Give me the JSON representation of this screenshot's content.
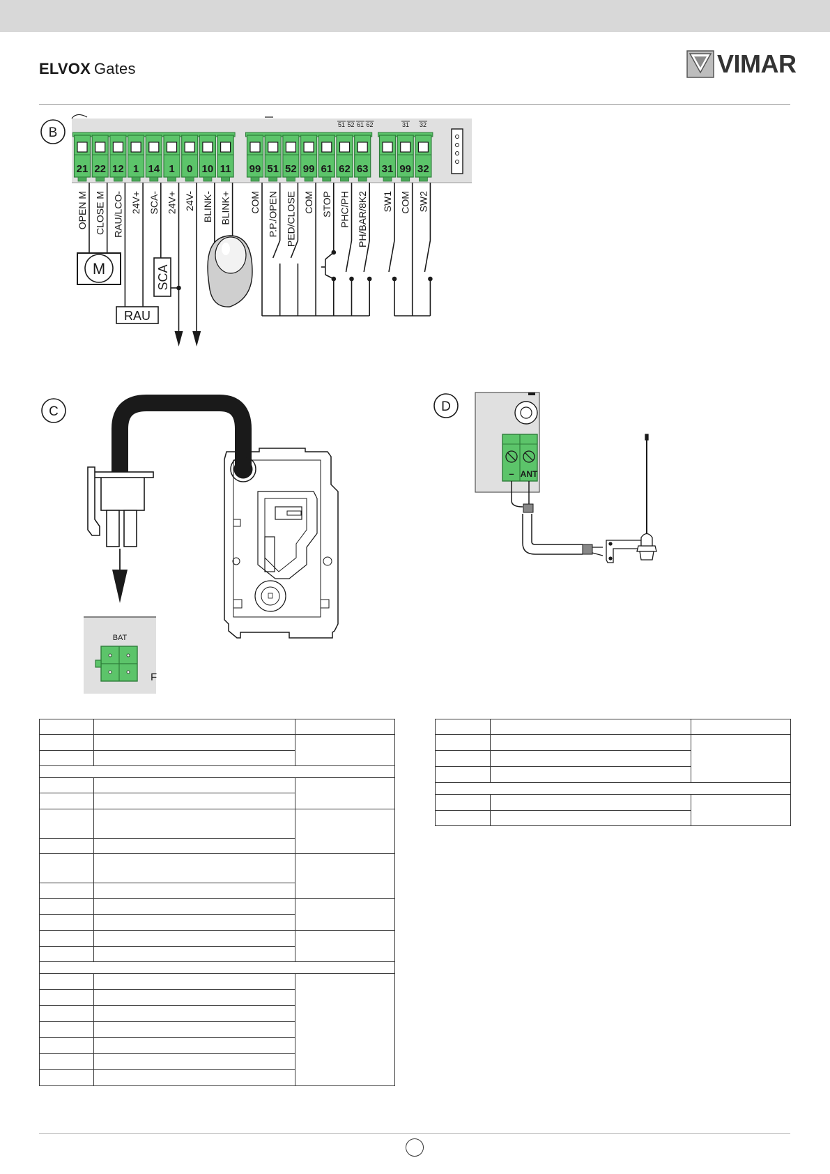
{
  "header": {
    "brand_bold": "ELVOX",
    "brand_light": "Gates",
    "logo": "VIMAR"
  },
  "section_b": {
    "label": "B",
    "group1": {
      "terminals": [
        "21",
        "22",
        "12",
        "1",
        "14",
        "1",
        "0",
        "10",
        "11"
      ],
      "wire_labels": [
        "OPEN M",
        "CLOSE M",
        "RAU/LCO-",
        "24V+",
        "SCA-",
        "24V+",
        "24V-",
        "BLINK-",
        "BLINK+"
      ]
    },
    "group2": {
      "top_labels": [
        "51",
        "52",
        "61",
        "62"
      ],
      "terminals": [
        "99",
        "51",
        "52",
        "99",
        "61",
        "62",
        "63"
      ],
      "wire_labels": [
        "COM",
        "P.P./OPEN",
        "PED/CLOSE",
        "COM",
        "STOP",
        "PHC/PH",
        "PH/BAR/8K2"
      ]
    },
    "group3": {
      "top_labels": [
        "31",
        "32"
      ],
      "terminals": [
        "31",
        "99",
        "32"
      ],
      "wire_labels": [
        "SW1",
        "COM",
        "SW2"
      ]
    },
    "motor_label": "M",
    "rau_label": "RAU",
    "sca_label": "SCA"
  },
  "section_c": {
    "label": "C",
    "bat_label": "BAT",
    "edge_letter": "F"
  },
  "section_d": {
    "label": "D",
    "minus_label": "–",
    "ant_label": "ANT"
  },
  "colors": {
    "terminal_green": "#5cc46a",
    "terminal_dark": "#2e7d3a",
    "board_grey": "#e0e0e0",
    "wire_black": "#1a1a1a"
  },
  "icons": [
    "vimar-logo-icon",
    "motor-icon",
    "blinker-lamp-icon",
    "antenna-icon",
    "battery-connector-icon",
    "cable-connector-icon"
  ]
}
